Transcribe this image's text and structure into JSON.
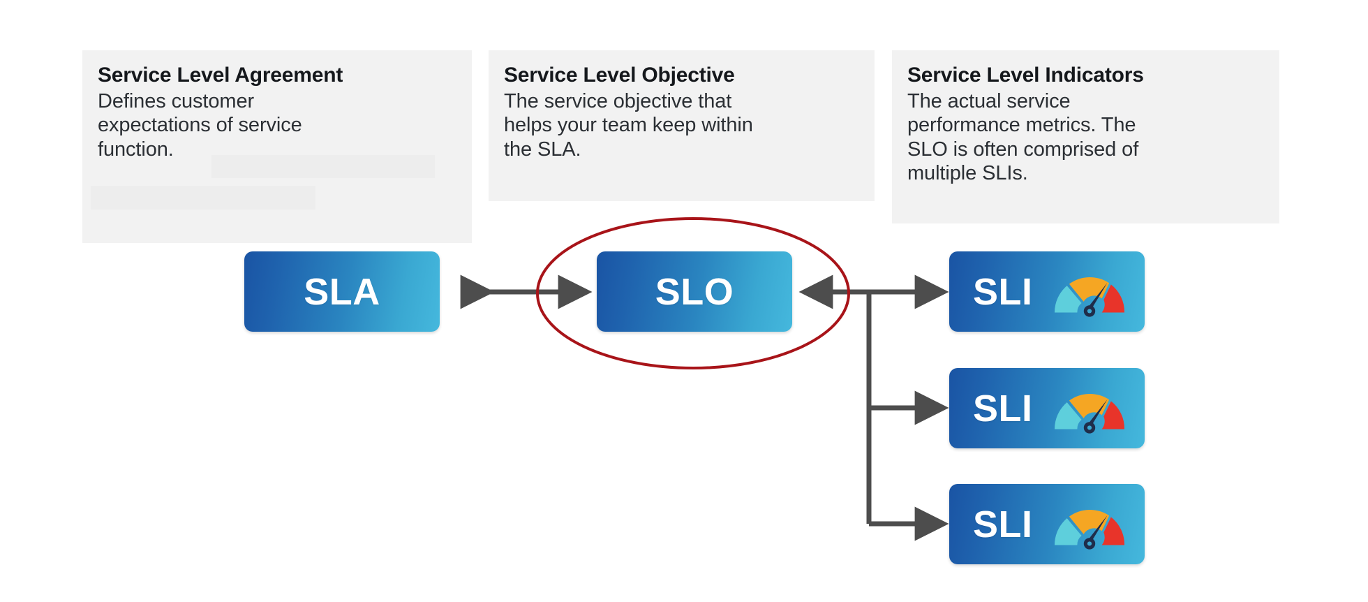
{
  "diagram": {
    "title": "SLA / SLO / SLI relationship diagram",
    "background_color": "#ffffff",
    "card_background_color": "#f2f2f2",
    "redaction_color": "#ededed",
    "connector_color": "#4d4d4d",
    "highlight_color": "#a81419",
    "node_gradient_from": "#1a54a4",
    "node_gradient_to": "#45b8dd"
  },
  "cards": [
    {
      "title": "Service Level Agreement",
      "body": "Defines customer expectations of service function.",
      "body_lines": [
        "Defines customer",
        "expectations of service",
        "function."
      ]
    },
    {
      "title": "Service Level Objective",
      "body": "The service objective that helps your team keep within the SLA.",
      "body_lines": [
        "The service objective that",
        "helps your team keep within",
        "the SLA."
      ]
    },
    {
      "title": "Service Level Indicators",
      "body": "The actual service performance metrics. The SLO is often comprised of multiple SLIs.",
      "body_lines": [
        "The actual service",
        "performance metrics. The",
        "SLO is often comprised of",
        "multiple SLIs."
      ]
    }
  ],
  "nodes": {
    "sla": {
      "label": "SLA"
    },
    "slo": {
      "label": "SLO",
      "highlighted": true,
      "highlight_shape": "ellipse"
    },
    "sli": [
      {
        "label": "SLI",
        "icon": "gauge-icon"
      },
      {
        "label": "SLI",
        "icon": "gauge-icon"
      },
      {
        "label": "SLI",
        "icon": "gauge-icon"
      }
    ]
  },
  "gauge": {
    "segment_colors": {
      "low": "#5ecfdc",
      "mid": "#f5a623",
      "high": "#e8342a"
    },
    "needle_color": "#1f2d4a"
  },
  "connections": [
    {
      "from": "SLA",
      "to": "SLO",
      "style": "double-arrow"
    },
    {
      "from": "SLI group",
      "to": "SLO",
      "style": "arrow"
    },
    {
      "from": "SLO branch",
      "to": "SLI 1",
      "style": "arrow"
    },
    {
      "from": "SLO branch",
      "to": "SLI 2",
      "style": "arrow"
    },
    {
      "from": "SLO branch",
      "to": "SLI 3",
      "style": "arrow"
    }
  ]
}
